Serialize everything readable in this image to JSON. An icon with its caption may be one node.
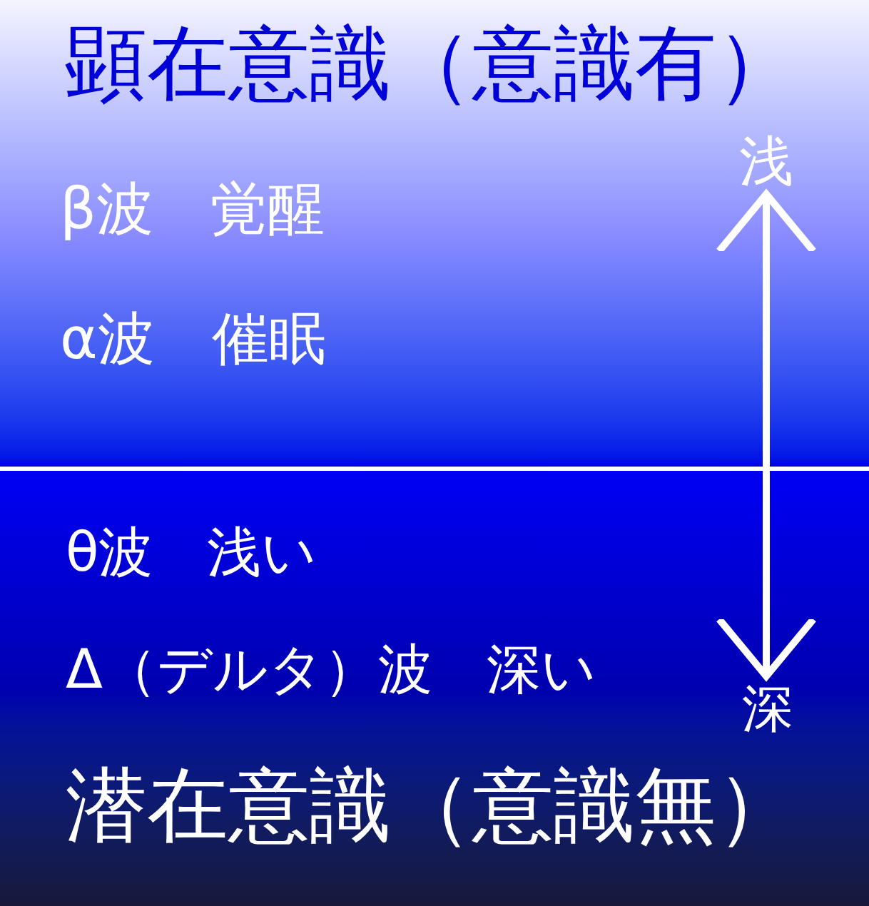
{
  "diagram": {
    "nodes": [
      {
        "text": [
          "顕在意識（意識有）",
          "β波　覚醒",
          "α波　催眠"
        ]
      },
      {
        "text": [
          "θ波　浅い",
          "Δ（デルタ）波　深い",
          "潜在意識（意識無）"
        ]
      },
      {
        "text": [
          "浅"
        ],
        "in": 0
      },
      {
        "text": [
          "深"
        ],
        "in": 1
      }
    ],
    "edges": [
      {
        "from": 2,
        "to": 3,
        "arrow": "both"
      }
    ]
  }
}
